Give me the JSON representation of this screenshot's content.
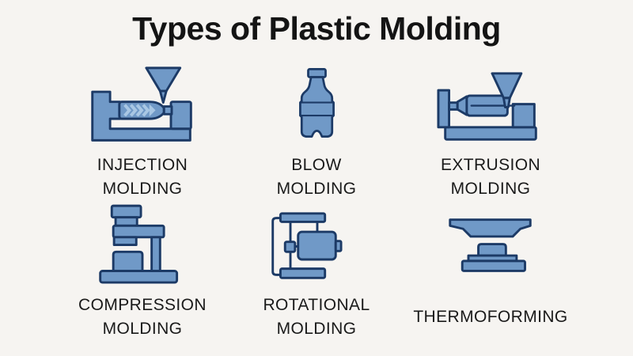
{
  "page": {
    "title": "Types of Plastic Molding"
  },
  "colors": {
    "page_bg": "#f6f4f1",
    "title_text": "#141414",
    "label_text": "#1a1a1a",
    "icon_fill": "#7099c7",
    "icon_fill_light": "#a9c7e4",
    "icon_outline": "#1c3a66"
  },
  "items": [
    {
      "id": "injection-molding",
      "label_line1": "INJECTION",
      "label_line2": "MOLDING",
      "icon": "injection-molding-machine-icon"
    },
    {
      "id": "blow-molding",
      "label_line1": "BLOW",
      "label_line2": "MOLDING",
      "icon": "plastic-bottle-icon"
    },
    {
      "id": "extrusion-molding",
      "label_line1": "EXTRUSION",
      "label_line2": "MOLDING",
      "icon": "extrusion-machine-icon"
    },
    {
      "id": "compression-molding",
      "label_line1": "COMPRESSION",
      "label_line2": "MOLDING",
      "icon": "compression-press-icon"
    },
    {
      "id": "rotational-molding",
      "label_line1": "ROTATIONAL",
      "label_line2": "MOLDING",
      "icon": "rotational-mold-icon"
    },
    {
      "id": "thermoforming",
      "label_line1": "THERMOFORMING",
      "label_line2": "",
      "icon": "thermoforming-press-icon"
    }
  ]
}
